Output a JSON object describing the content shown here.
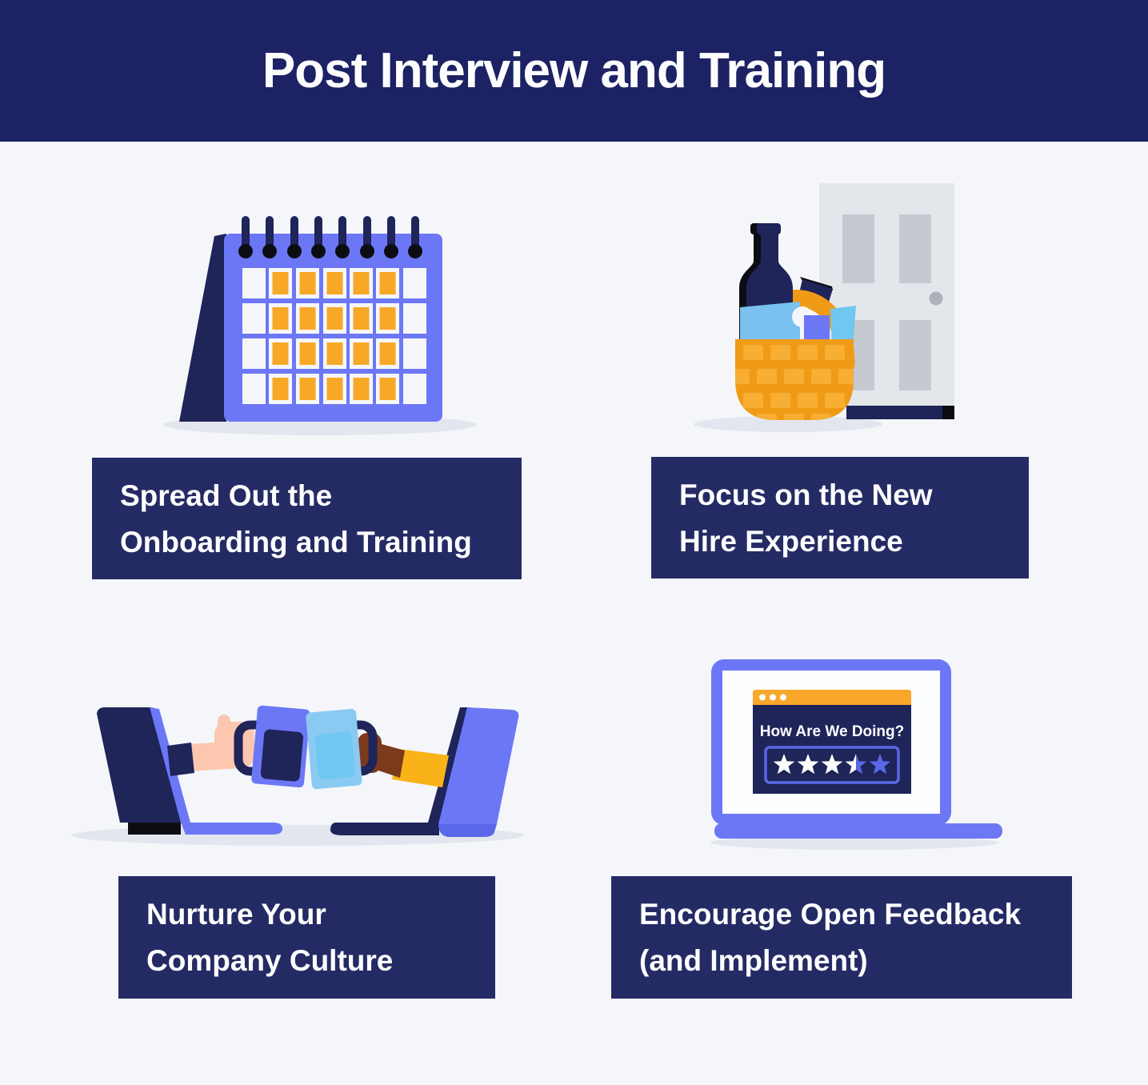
{
  "header": {
    "title": "Post Interview and Training"
  },
  "sections": [
    {
      "id": "onboarding",
      "illustration": "calendar",
      "label_lines": [
        "Spread Out the",
        "Onboarding and Training"
      ]
    },
    {
      "id": "new-hire",
      "illustration": "gift-basket-door",
      "label_lines": [
        "Focus on the New",
        "Hire Experience"
      ]
    },
    {
      "id": "culture",
      "illustration": "laptops-toast",
      "label_lines": [
        "Nurture Your",
        "Company Culture"
      ]
    },
    {
      "id": "feedback",
      "illustration": "feedback-laptop",
      "label_lines": [
        "Encourage Open Feedback",
        "(and Implement)"
      ]
    }
  ],
  "feedback_widget": {
    "question": "How Are We Doing?",
    "rating": 3.5,
    "rating_max": 5,
    "stars": [
      "full",
      "full",
      "full",
      "half",
      "empty"
    ]
  },
  "colors": {
    "background": "#f5f6fa",
    "navy_header": "#1c2263",
    "navy_box": "#242b64",
    "navy_illus": "#1f2459",
    "periwinkle": "#6c77f6",
    "periwinkle_deep": "#5a67e8",
    "orange": "#f7a826",
    "orange_deep": "#f09b16",
    "orange_light": "#f8ad33",
    "browser_orange": "#f8a72a",
    "sleeve_orange": "#f9b318",
    "light_blue": "#79c2f0",
    "sky_blue": "#8acaf2",
    "cup_blue": "#70c7ef",
    "mid_blue": "#58b6e9",
    "skin_light": "#fcc7ae",
    "skin_dark": "#7c3a1d",
    "door_gray": "#e3e6eb",
    "panel_gray": "#c5c9d0",
    "knob_gray": "#aeb2ba",
    "shadow_gray": "#e3e6ee",
    "near_black": "#0c0d12",
    "text_white": "#fdfdfe"
  }
}
